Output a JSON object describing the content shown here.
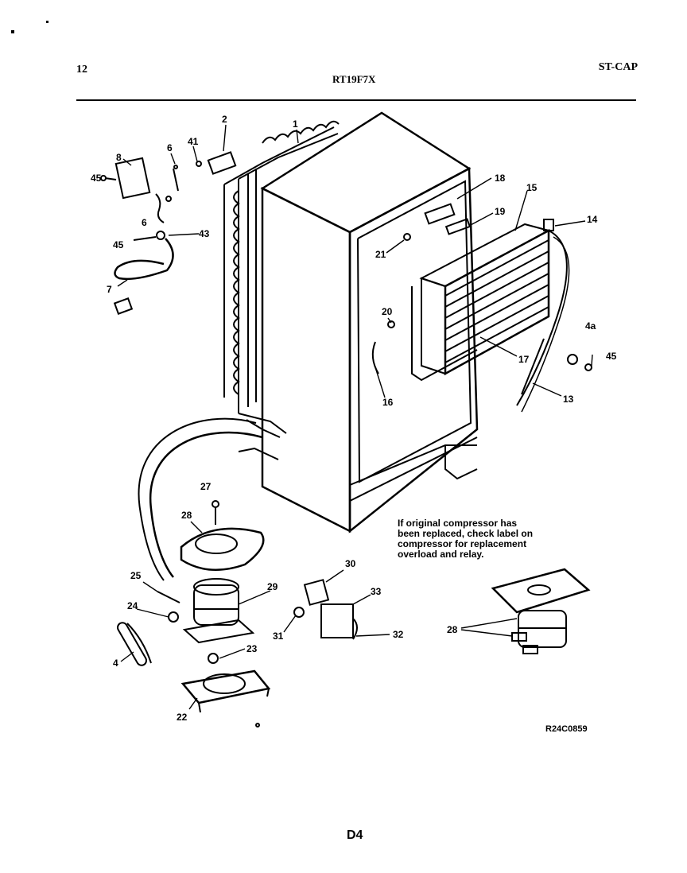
{
  "header": {
    "page_number": "12",
    "model": "RT19F7X",
    "section": "ST-CAP"
  },
  "callouts": [
    "1",
    "2",
    "41",
    "8",
    "6",
    "45",
    "6",
    "45",
    "43",
    "7",
    "18",
    "15",
    "19",
    "14",
    "21",
    "20",
    "4a",
    "45",
    "17",
    "13",
    "16",
    "27",
    "28",
    "25",
    "29",
    "30",
    "24",
    "33",
    "31",
    "32",
    "4",
    "23",
    "22",
    "28"
  ],
  "note": {
    "lines": [
      "If original compressor has",
      "been replaced, check label on",
      "compressor for replacement",
      "overload and relay."
    ]
  },
  "ref_code": "R24C0859",
  "footer": "D4"
}
